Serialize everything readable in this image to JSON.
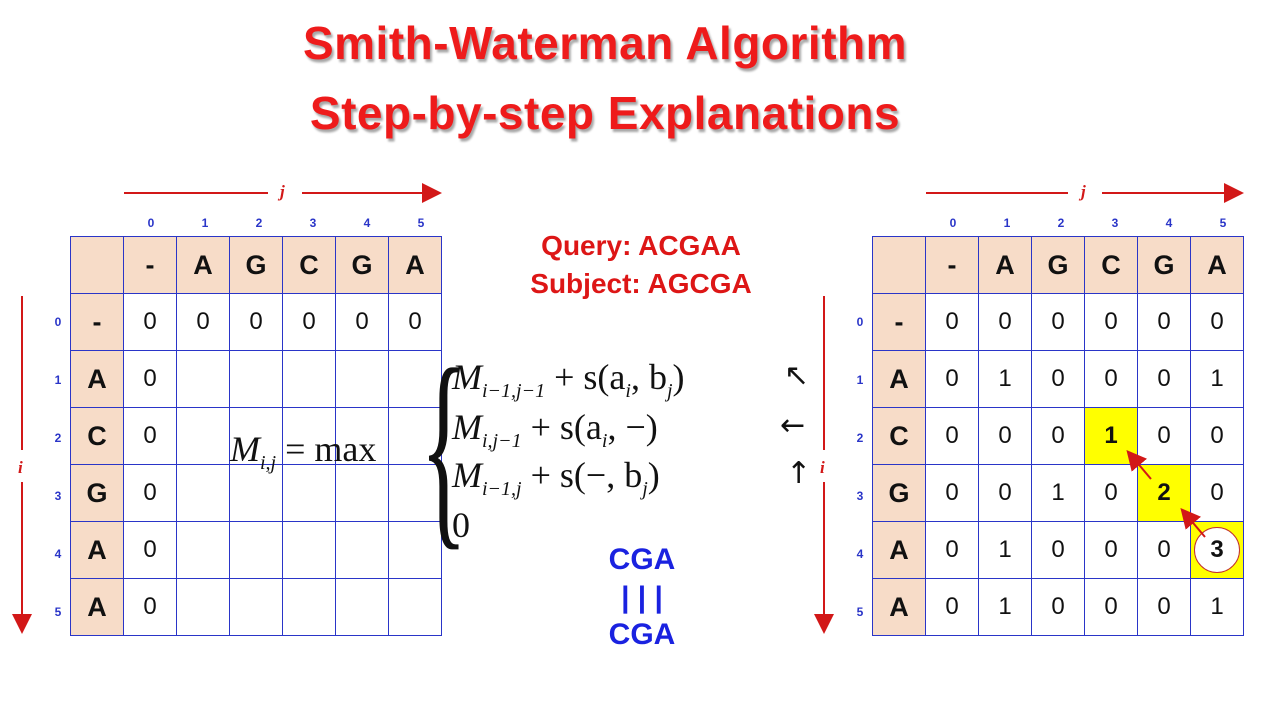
{
  "title": {
    "line1": "Smith-Waterman Algorithm",
    "line2": "Step-by-step Explanations"
  },
  "axis": {
    "j": "j",
    "i": "i"
  },
  "indices": {
    "cols": [
      "0",
      "1",
      "2",
      "3",
      "4",
      "5"
    ],
    "rows": [
      "0",
      "1",
      "2",
      "3",
      "4",
      "5"
    ]
  },
  "query_label": "Query: ACGAA",
  "subject_label": "Subject: AGCGA",
  "formula": {
    "lhs": "M",
    "lhs_sub": "i,j",
    "eq": " = max",
    "case1": {
      "m": "M",
      "sub": "i−1,j−1",
      "rest": " + s(a",
      "a_sub": "i",
      "rest2": ", b",
      "b_sub": "j",
      "close": ")",
      "arrow": "↖"
    },
    "case2": {
      "m": "M",
      "sub": "i,j−1",
      "rest": " + s(a",
      "a_sub": "i",
      "rest2": ", −)",
      "arrow": "←"
    },
    "case3": {
      "m": "M",
      "sub": "i−1,j",
      "rest": " + s(−, b",
      "b_sub": "j",
      "close": ")",
      "arrow": "↑"
    },
    "case4": "0"
  },
  "alignment": {
    "top": "CGA",
    "bars": "| | |",
    "bottom": "CGA"
  },
  "left_matrix": {
    "col_headers": [
      "-",
      "A",
      "G",
      "C",
      "G",
      "A"
    ],
    "row_headers": [
      "-",
      "A",
      "C",
      "G",
      "A",
      "A"
    ],
    "rows": [
      [
        "0",
        "0",
        "0",
        "0",
        "0",
        "0"
      ],
      [
        "0",
        "",
        "",
        "",
        "",
        ""
      ],
      [
        "0",
        "",
        "",
        "",
        "",
        ""
      ],
      [
        "0",
        "",
        "",
        "",
        "",
        ""
      ],
      [
        "0",
        "",
        "",
        "",
        "",
        ""
      ],
      [
        "0",
        "",
        "",
        "",
        "",
        ""
      ]
    ]
  },
  "right_matrix": {
    "col_headers": [
      "-",
      "A",
      "G",
      "C",
      "G",
      "A"
    ],
    "row_headers": [
      "-",
      "A",
      "C",
      "G",
      "A",
      "A"
    ],
    "rows": [
      [
        "0",
        "0",
        "0",
        "0",
        "0",
        "0"
      ],
      [
        "0",
        "1",
        "0",
        "0",
        "0",
        "1"
      ],
      [
        "0",
        "0",
        "0",
        "1",
        "0",
        "0"
      ],
      [
        "0",
        "0",
        "1",
        "0",
        "2",
        "0"
      ],
      [
        "0",
        "1",
        "0",
        "0",
        "0",
        "3"
      ],
      [
        "0",
        "1",
        "0",
        "0",
        "0",
        "1"
      ]
    ],
    "traceback": [
      [
        2,
        3
      ],
      [
        3,
        4
      ],
      [
        4,
        5
      ]
    ],
    "highlight_color": "#ffff00",
    "arrow_color": "#d21818"
  },
  "colors": {
    "title": "#ee1b1b",
    "grid_border": "#2a35c8",
    "header_fill": "#f7dcc8",
    "index_text": "#2a35c8",
    "axis": "#d21818",
    "query_text": "#dd1616",
    "alignment_text": "#1a22e0"
  }
}
